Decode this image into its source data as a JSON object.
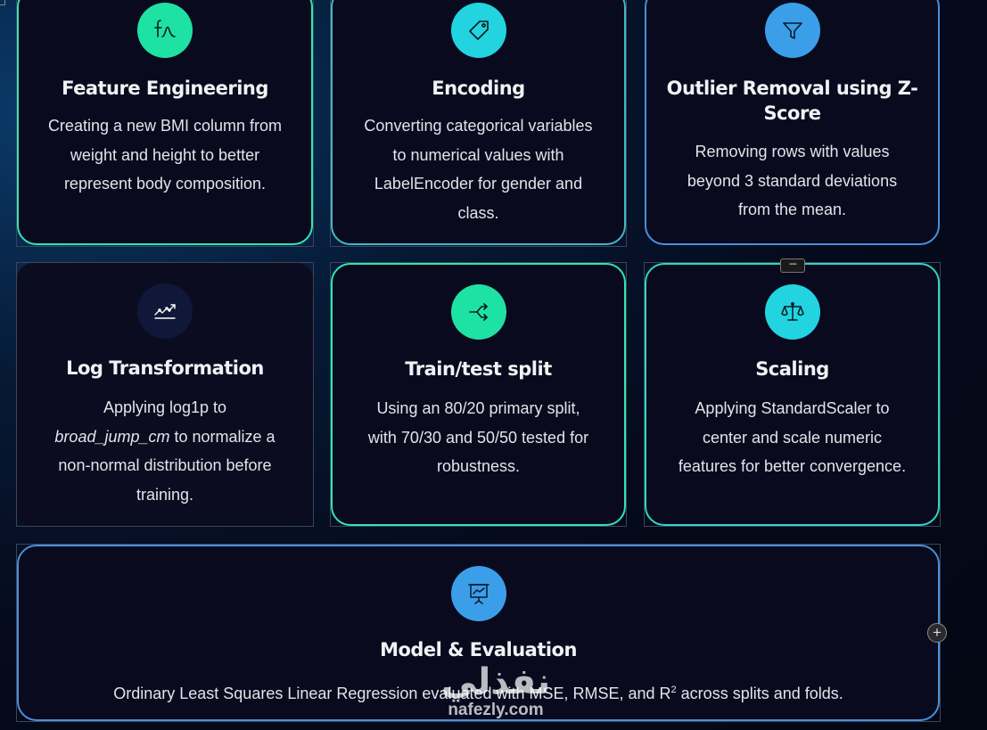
{
  "cards": {
    "feature_engineering": {
      "icon": "function-curve-icon",
      "title": "Feature Engineering",
      "desc": [
        "Creating a new BMI column from",
        "weight and height to better",
        "represent body composition."
      ]
    },
    "encoding": {
      "icon": "tag-icon",
      "title": "Encoding",
      "desc": [
        "Converting categorical variables",
        "to numerical values with",
        "LabelEncoder for gender and",
        "class."
      ]
    },
    "outlier_removal": {
      "icon": "filter-icon",
      "title_lines": [
        "Outlier Removal using Z-",
        "Score"
      ],
      "desc": [
        "Removing rows with values",
        "beyond 3 standard deviations",
        "from the mean."
      ]
    },
    "log_transformation": {
      "icon": "trend-line-icon",
      "title": "Log Transformation",
      "desc_line1": "Applying log1p to",
      "desc_italic": "broad_jump_cm",
      "desc_line2_rest": " to normalize a",
      "desc_rest": [
        "non-normal distribution before",
        "training."
      ]
    },
    "train_test_split": {
      "icon": "split-arrows-icon",
      "title": "Train/test split",
      "desc": [
        "Using an 80/20 primary split,",
        "with 70/30 and 50/50 tested for",
        "robustness."
      ]
    },
    "scaling": {
      "icon": "scale-balance-icon",
      "title": "Scaling",
      "desc": [
        "Applying StandardScaler to",
        "center and scale numeric",
        "features for better convergence."
      ]
    },
    "model_evaluation": {
      "icon": "presentation-chart-icon",
      "title": "Model & Evaluation",
      "desc_pre": "Ordinary Least Squares Linear Regression evaluated with MSE, RMSE, and R",
      "desc_sup": "2",
      "desc_post": " across splits and folds."
    }
  },
  "controls": {
    "more_badge": "---",
    "add_button": "+"
  },
  "watermark": {
    "arabic": "نفذلي",
    "latin": "nafezly.com"
  },
  "colors": {
    "teal_border": "#2ee6b3",
    "blue_border": "#4a8fdc",
    "icon_green": "#1de2a4",
    "icon_cyan": "#22d3e0",
    "icon_blue": "#3b9ee8",
    "card_bg": "#0a0a1e"
  }
}
